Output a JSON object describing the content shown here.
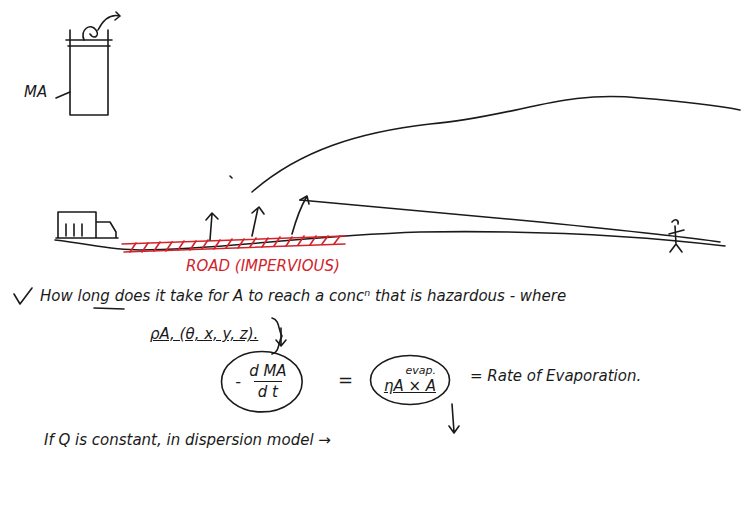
{
  "diagram": {
    "nodes": [
      {
        "text": [
          "-",
          "d MA",
          "d t"
        ]
      },
      {
        "text": [
          "evap.",
          "ηA × A"
        ]
      }
    ],
    "labels": [
      "MA",
      "ROAD (IMPERVIOUS)",
      "How long does it take for A to reach a concⁿ that is hazardous - where",
      "ρA, (θ, x, y, z).",
      "=",
      "= Rate of Evaporation.",
      "If Q is constant, in dispersion model →"
    ]
  }
}
